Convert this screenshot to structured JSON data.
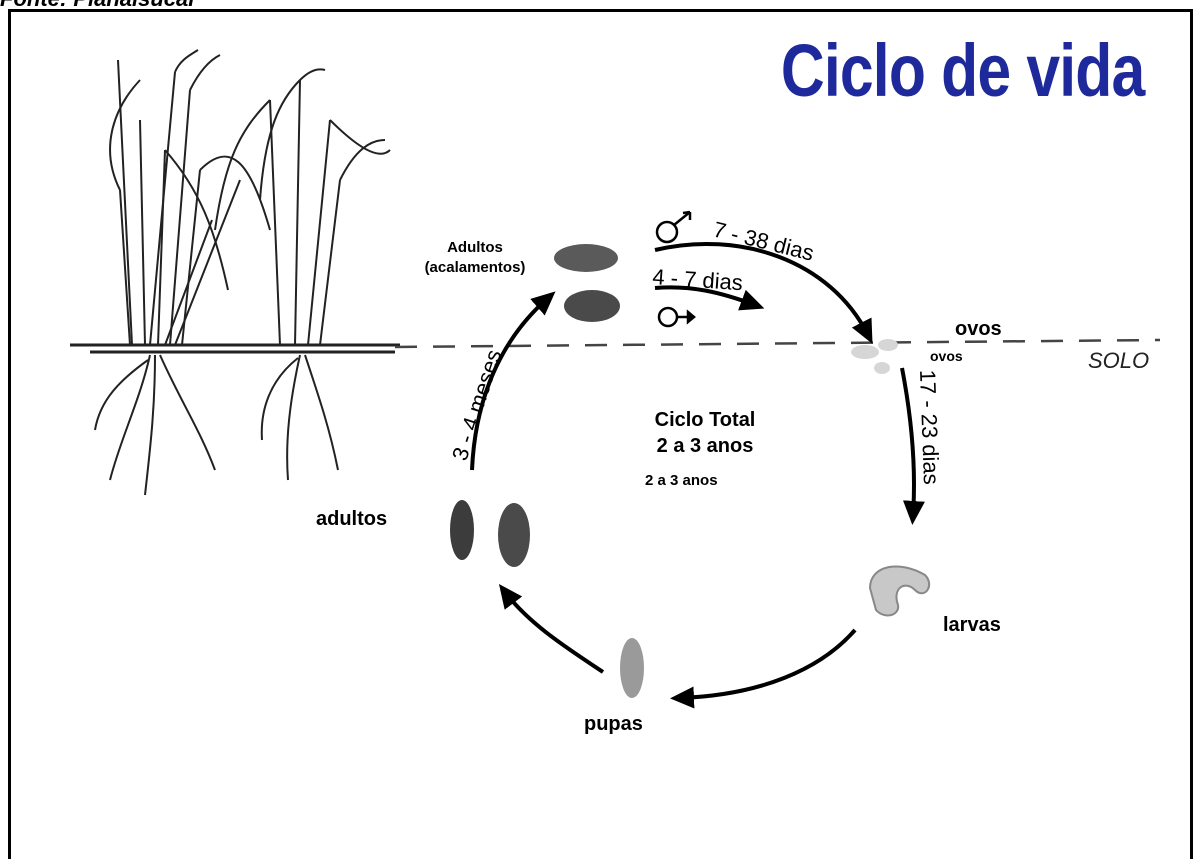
{
  "header": {
    "source_text": "Fonte: Planalsucar",
    "title": "Ciclo de vida"
  },
  "stages": {
    "adults_top_line1": "Adultos",
    "adults_top_line2": "(acalamentos)",
    "eggs": "ovos",
    "eggs_small": "ovos",
    "larvae": "larvas",
    "pupae": "pupas",
    "adults": "adultos"
  },
  "center": {
    "line1": "Ciclo Total",
    "line2": "2 a 3 anos",
    "small": "2 a 3 anos"
  },
  "durations": {
    "female": "7 - 38 dias",
    "male": "4 - 7 dias",
    "eggs_to_larvae": "17 - 23 dias",
    "pupae_to_adults": "3 - 4 meses"
  },
  "ground": {
    "label": "SOLO"
  },
  "colors": {
    "title": "#1e2a9c",
    "ink": "#000000",
    "insect_dark": "#3a3a3a",
    "insect_light": "#bdbdbd"
  }
}
